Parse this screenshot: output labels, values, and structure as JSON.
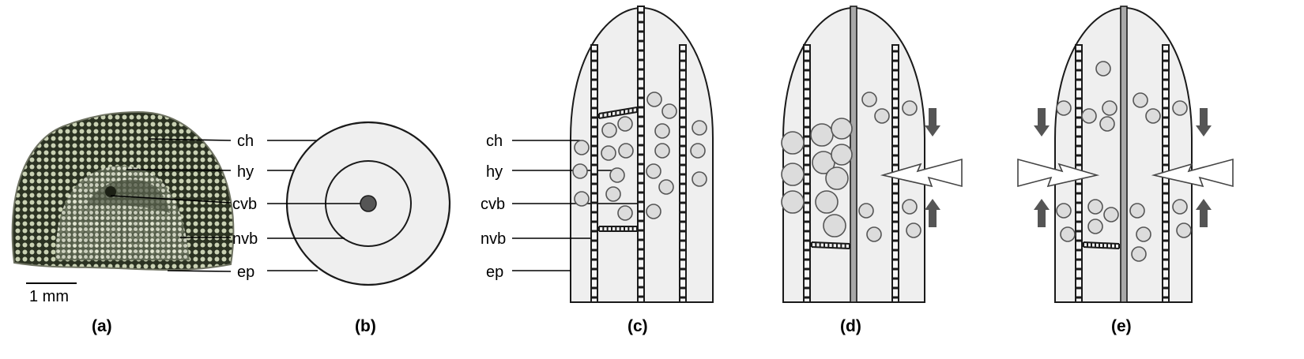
{
  "panels": [
    {
      "id": "a",
      "caption": "(a)",
      "scale_bar": "1 mm"
    },
    {
      "id": "b",
      "caption": "(b)"
    },
    {
      "id": "c",
      "caption": "(c)"
    },
    {
      "id": "d",
      "caption": "(d)"
    },
    {
      "id": "e",
      "caption": "(e)"
    }
  ],
  "labels": [
    "ch",
    "hy",
    "cvb",
    "nvb",
    "ep"
  ],
  "colors": {
    "tissue_fill": "#efefef",
    "cell_fill": "#dcdcdc",
    "outline": "#1a1a1a",
    "central_bundle": "#a8a8a8",
    "arrow": "#555555",
    "photo_dark": "#2b3222",
    "photo_light": "#c9d1b3"
  },
  "icons": [
    "compression-arrow-icon",
    "lightning-bolt-icon"
  ]
}
